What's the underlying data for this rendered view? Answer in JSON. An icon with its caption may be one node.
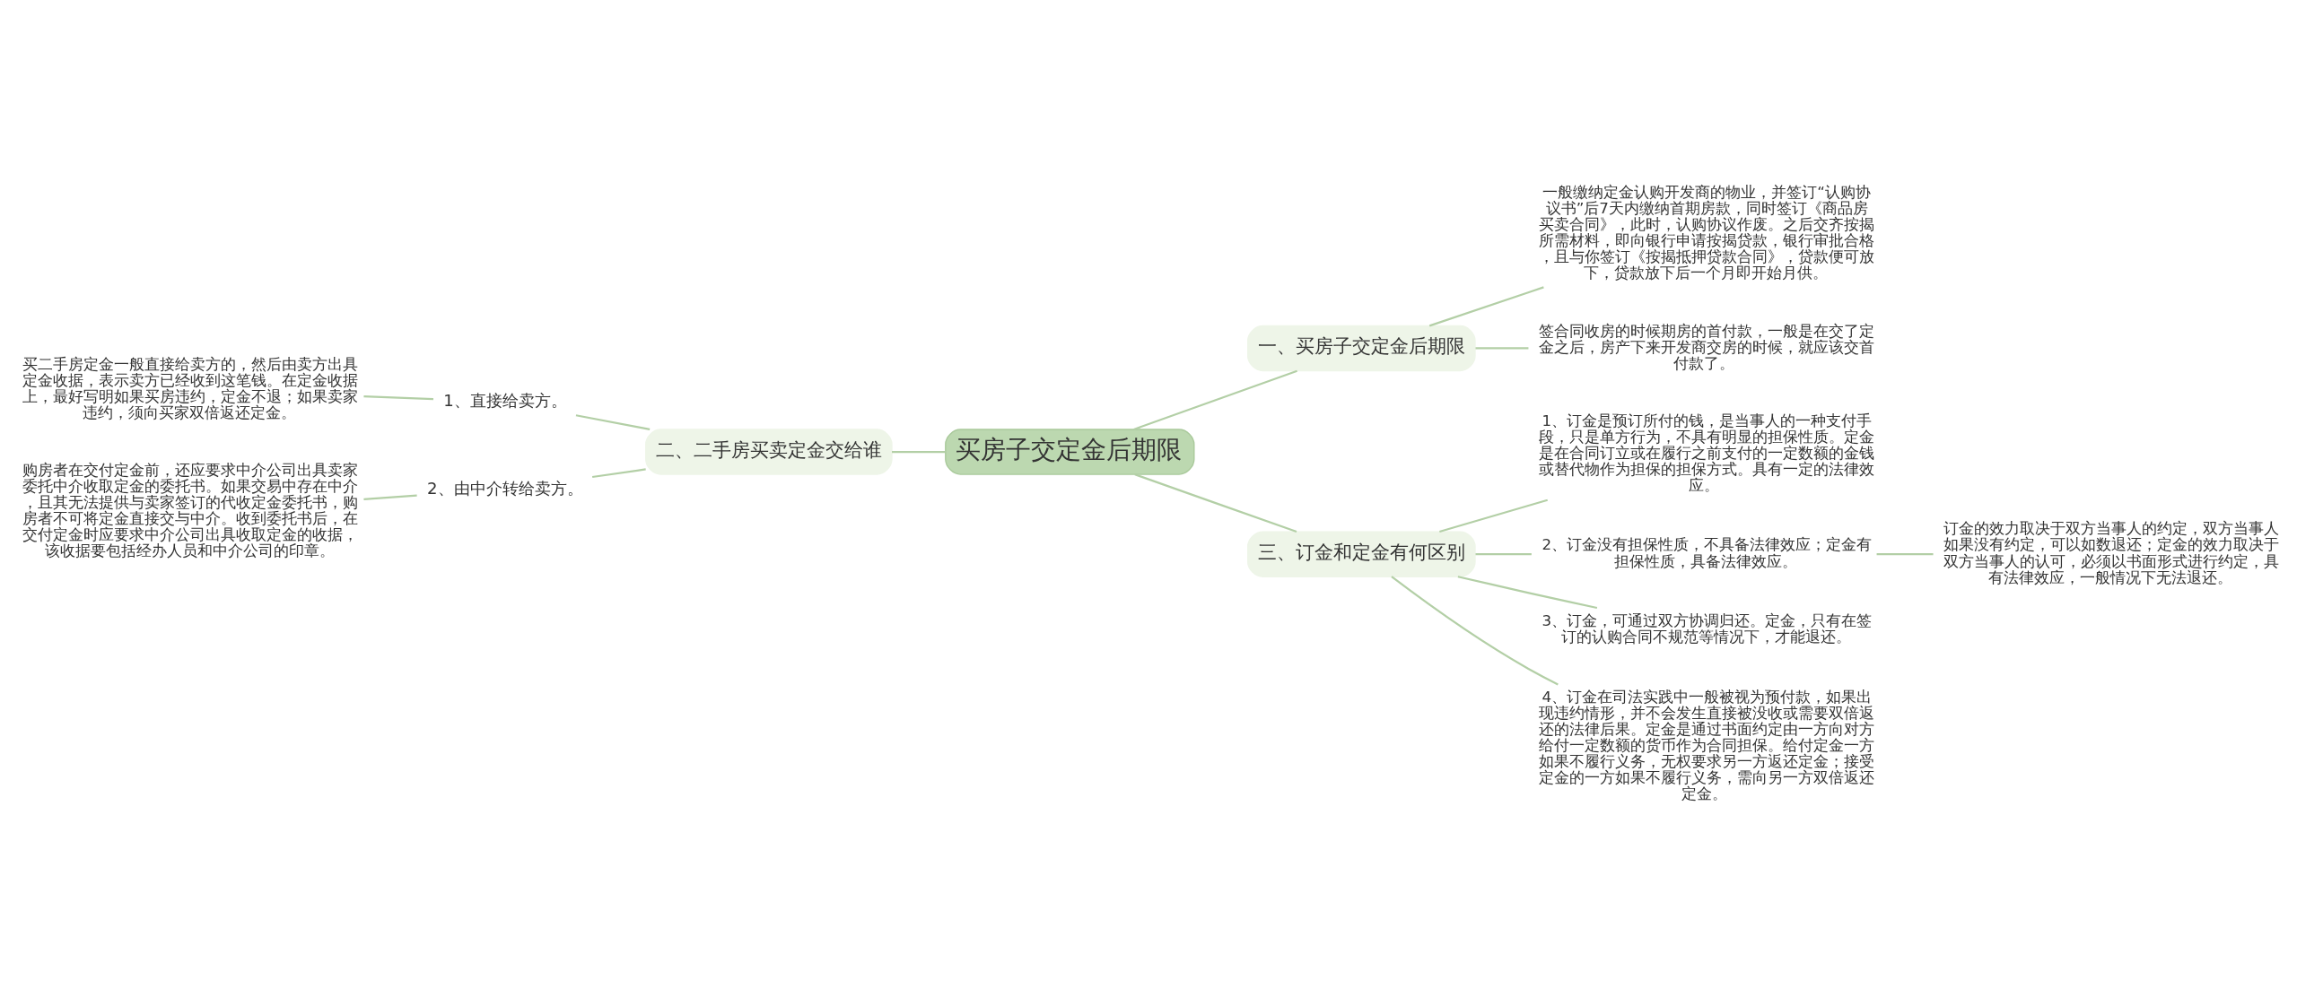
{
  "diagram": {
    "nodes": [
      {
        "text": [
          "买房子交定金后期限"
        ]
      },
      {
        "text": [
          "一、买房子交定金后期限"
        ]
      },
      {
        "text": [
          "一般缴纳定金认购开发商的物业，并签订“认购协议书”后7天内缴纳首期房款，同时签订《商品房买卖合同》，此时，认购协议作废。之后交齐按揭所需材料，即向银行申请按揭贷款，银行审批合格，且与你签订《按揭抵押贷款合同》，贷款便可放下，贷款放下后一个月即开始月供。"
        ]
      },
      {
        "text": [
          "签合同收房的时候期房的首付款，一般是在交了定金之后，房产下来开发商交房的时候，就应该交首付款了。"
        ]
      },
      {
        "text": [
          "二、二手房买卖定金交给谁"
        ]
      },
      {
        "text": [
          "1、直接给卖方。"
        ]
      },
      {
        "text": [
          "买二手房定金一般直接给卖方的，然后由卖方出具定金收据，表示卖方已经收到这笔钱。在定金收据上，最好写明如果买房违约，定金不退；如果卖家违约，须向买家双倍返还定金。"
        ]
      },
      {
        "text": [
          "2、由中介转给卖方。"
        ]
      },
      {
        "text": [
          "购房者在交付定金前，还应要求中介公司出具卖家委托中介收取定金的委托书。如果交易中存在中介，且其无法提供与卖家签订的代收定金委托书，购房者不可将定金直接交与中介。收到委托书后，在交付定金时应要求中介公司出具收取定金的收据，该收据要包括经办人员和中介公司的印章。"
        ]
      },
      {
        "text": [
          "三、订金和定金有何区别"
        ]
      },
      {
        "text": [
          "1、订金是预订所付的钱，是当事人的一种支付手段，只是单方行为，不具有明显的担保性质。定金是在合同订立或在履行之前支付的一定数额的金钱或替代物作为担保的担保方式。具有一定的法律效应。"
        ]
      },
      {
        "text": [
          "2、订金没有担保性质，不具备法律效应；定金有担保性质，具备法律效应。"
        ]
      },
      {
        "text": [
          "订金的效力取决于双方当事人的约定，双方当事人如果没有约定，可以如数退还；定金的效力取决于双方当事人的认可，必须以书面形式进行约定，具有法律效应，一般情况下无法退还。"
        ]
      },
      {
        "text": [
          "3、订金，可通过双方协调归还。定金，只有在签订的认购合同不规范等情况下，才能退还。"
        ]
      },
      {
        "text": [
          "4、订金在司法实践中一般被视为预付款，如果出现违约情形，并不会发生直接被没收或需要双倍返还的法律后果。定金是通过书面约定由一方向对方给付一定数额的货币作为合同担保。给付定金一方如果不履行义务，无权要求另一方返还定金；接受定金的一方如果不履行义务，需向另一方双倍返还定金。"
        ]
      }
    ],
    "edges": [
      {
        "from": 0,
        "to": 1,
        "arrow": "none"
      },
      {
        "from": 1,
        "to": 2,
        "arrow": "none"
      },
      {
        "from": 1,
        "to": 3,
        "arrow": "none"
      },
      {
        "from": 0,
        "to": 4,
        "arrow": "none"
      },
      {
        "from": 4,
        "to": 5,
        "arrow": "none"
      },
      {
        "from": 5,
        "to": 6,
        "arrow": "none"
      },
      {
        "from": 4,
        "to": 7,
        "arrow": "none"
      },
      {
        "from": 7,
        "to": 8,
        "arrow": "none"
      },
      {
        "from": 0,
        "to": 9,
        "arrow": "none"
      },
      {
        "from": 9,
        "to": 10,
        "arrow": "none"
      },
      {
        "from": 9,
        "to": 11,
        "arrow": "none"
      },
      {
        "from": 11,
        "to": 12,
        "arrow": "none"
      },
      {
        "from": 9,
        "to": 13,
        "arrow": "none"
      },
      {
        "from": 9,
        "to": 14,
        "arrow": "none"
      }
    ]
  }
}
